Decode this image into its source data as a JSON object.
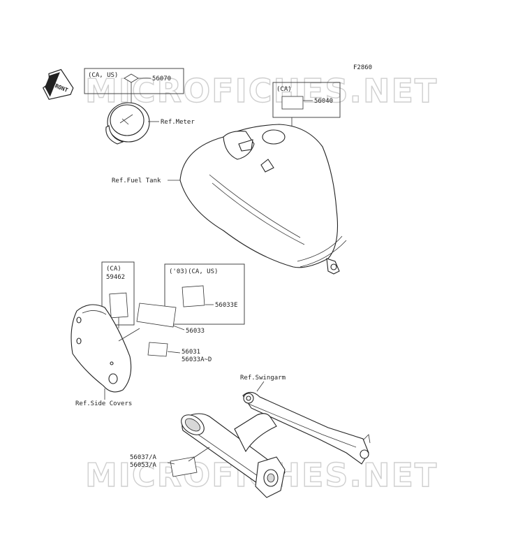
{
  "figure_code": "F2860",
  "front_label": "FRONT",
  "watermark_text": "MICROFICHES.NET",
  "groups": {
    "meter": {
      "note": "(CA, US)",
      "part": "56070"
    },
    "tank_top": {
      "note": "(CA)",
      "part": "56040"
    },
    "side_left": {
      "note": "(CA)",
      "part": "59462"
    },
    "side_right": {
      "note": "('03)(CA, US)",
      "part": "56033E"
    }
  },
  "parts": {
    "p56033": "56033",
    "p56031": "56031",
    "p56033ad": "56033A~D",
    "p56037a": "56037/A",
    "p56053a": "56053/A"
  },
  "refs": {
    "meter": "Ref.Meter",
    "fuel_tank": "Ref.Fuel Tank",
    "side_covers": "Ref.Side Covers",
    "swingarm": "Ref.Swingarm"
  },
  "colors": {
    "line": "#333333",
    "watermark": "#cfcfcf",
    "shade": "#d8d8d8"
  }
}
